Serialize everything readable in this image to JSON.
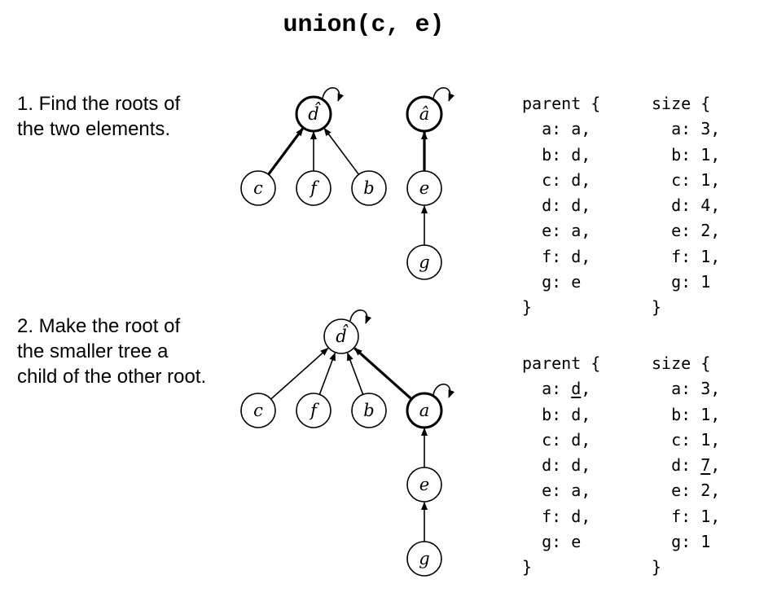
{
  "title": "union(c, e)",
  "steps": [
    {
      "text": "1. Find the roots of the two elements."
    },
    {
      "text": "2. Make the root of the smaller tree a child of the other root."
    }
  ],
  "diagrams": [
    {
      "nodes": [
        {
          "id": "d",
          "label": "d̂",
          "root": true,
          "selfloop": true
        },
        {
          "id": "a",
          "label": "â",
          "root": true,
          "selfloop": true
        },
        {
          "id": "c",
          "label": "c",
          "root": false
        },
        {
          "id": "f",
          "label": "f",
          "root": false
        },
        {
          "id": "b",
          "label": "b",
          "root": false
        },
        {
          "id": "e",
          "label": "e",
          "root": false
        },
        {
          "id": "g",
          "label": "g",
          "root": false
        }
      ],
      "edges": [
        {
          "from": "c",
          "to": "d",
          "thick": true
        },
        {
          "from": "f",
          "to": "d",
          "thick": false
        },
        {
          "from": "b",
          "to": "d",
          "thick": false
        },
        {
          "from": "e",
          "to": "a",
          "thick": true
        },
        {
          "from": "g",
          "to": "e",
          "thick": false
        }
      ]
    },
    {
      "nodes": [
        {
          "id": "d",
          "label": "d̂",
          "root": false,
          "selfloop": true
        },
        {
          "id": "c",
          "label": "c",
          "root": false
        },
        {
          "id": "f",
          "label": "f",
          "root": false
        },
        {
          "id": "b",
          "label": "b",
          "root": false
        },
        {
          "id": "a",
          "label": "a",
          "root": true,
          "selfloop": true
        },
        {
          "id": "e",
          "label": "e",
          "root": false
        },
        {
          "id": "g",
          "label": "g",
          "root": false
        }
      ],
      "edges": [
        {
          "from": "c",
          "to": "d",
          "thick": false
        },
        {
          "from": "f",
          "to": "d",
          "thick": false
        },
        {
          "from": "b",
          "to": "d",
          "thick": false
        },
        {
          "from": "a",
          "to": "d",
          "thick": true
        },
        {
          "from": "e",
          "to": "a",
          "thick": false
        },
        {
          "from": "g",
          "to": "e",
          "thick": false
        }
      ]
    }
  ],
  "tables": [
    {
      "parent": {
        "header": "parent {",
        "rows": [
          {
            "key": "a",
            "value": "a",
            "sep": ",",
            "changed": false
          },
          {
            "key": "b",
            "value": "d",
            "sep": ",",
            "changed": false
          },
          {
            "key": "c",
            "value": "d",
            "sep": ",",
            "changed": false
          },
          {
            "key": "d",
            "value": "d",
            "sep": ",",
            "changed": false
          },
          {
            "key": "e",
            "value": "a",
            "sep": ",",
            "changed": false
          },
          {
            "key": "f",
            "value": "d",
            "sep": ",",
            "changed": false
          },
          {
            "key": "g",
            "value": "e",
            "sep": "",
            "changed": false
          }
        ],
        "footer": "}"
      },
      "size": {
        "header": "size {",
        "rows": [
          {
            "key": "a",
            "value": "3",
            "sep": ",",
            "changed": false
          },
          {
            "key": "b",
            "value": "1",
            "sep": ",",
            "changed": false
          },
          {
            "key": "c",
            "value": "1",
            "sep": ",",
            "changed": false
          },
          {
            "key": "d",
            "value": "4",
            "sep": ",",
            "changed": false
          },
          {
            "key": "e",
            "value": "2",
            "sep": ",",
            "changed": false
          },
          {
            "key": "f",
            "value": "1",
            "sep": ",",
            "changed": false
          },
          {
            "key": "g",
            "value": "1",
            "sep": "",
            "changed": false
          }
        ],
        "footer": "}"
      }
    },
    {
      "parent": {
        "header": "parent {",
        "rows": [
          {
            "key": "a",
            "value": "d",
            "sep": ",",
            "changed": true
          },
          {
            "key": "b",
            "value": "d",
            "sep": ",",
            "changed": false
          },
          {
            "key": "c",
            "value": "d",
            "sep": ",",
            "changed": false
          },
          {
            "key": "d",
            "value": "d",
            "sep": ",",
            "changed": false
          },
          {
            "key": "e",
            "value": "a",
            "sep": ",",
            "changed": false
          },
          {
            "key": "f",
            "value": "d",
            "sep": ",",
            "changed": false
          },
          {
            "key": "g",
            "value": "e",
            "sep": "",
            "changed": false
          }
        ],
        "footer": "}"
      },
      "size": {
        "header": "size {",
        "rows": [
          {
            "key": "a",
            "value": "3",
            "sep": ",",
            "changed": false
          },
          {
            "key": "b",
            "value": "1",
            "sep": ",",
            "changed": false
          },
          {
            "key": "c",
            "value": "1",
            "sep": ",",
            "changed": false
          },
          {
            "key": "d",
            "value": "7",
            "sep": ",",
            "changed": true
          },
          {
            "key": "e",
            "value": "2",
            "sep": ",",
            "changed": false
          },
          {
            "key": "f",
            "value": "1",
            "sep": ",",
            "changed": false
          },
          {
            "key": "g",
            "value": "1",
            "sep": "",
            "changed": false
          }
        ],
        "footer": "}"
      }
    }
  ]
}
